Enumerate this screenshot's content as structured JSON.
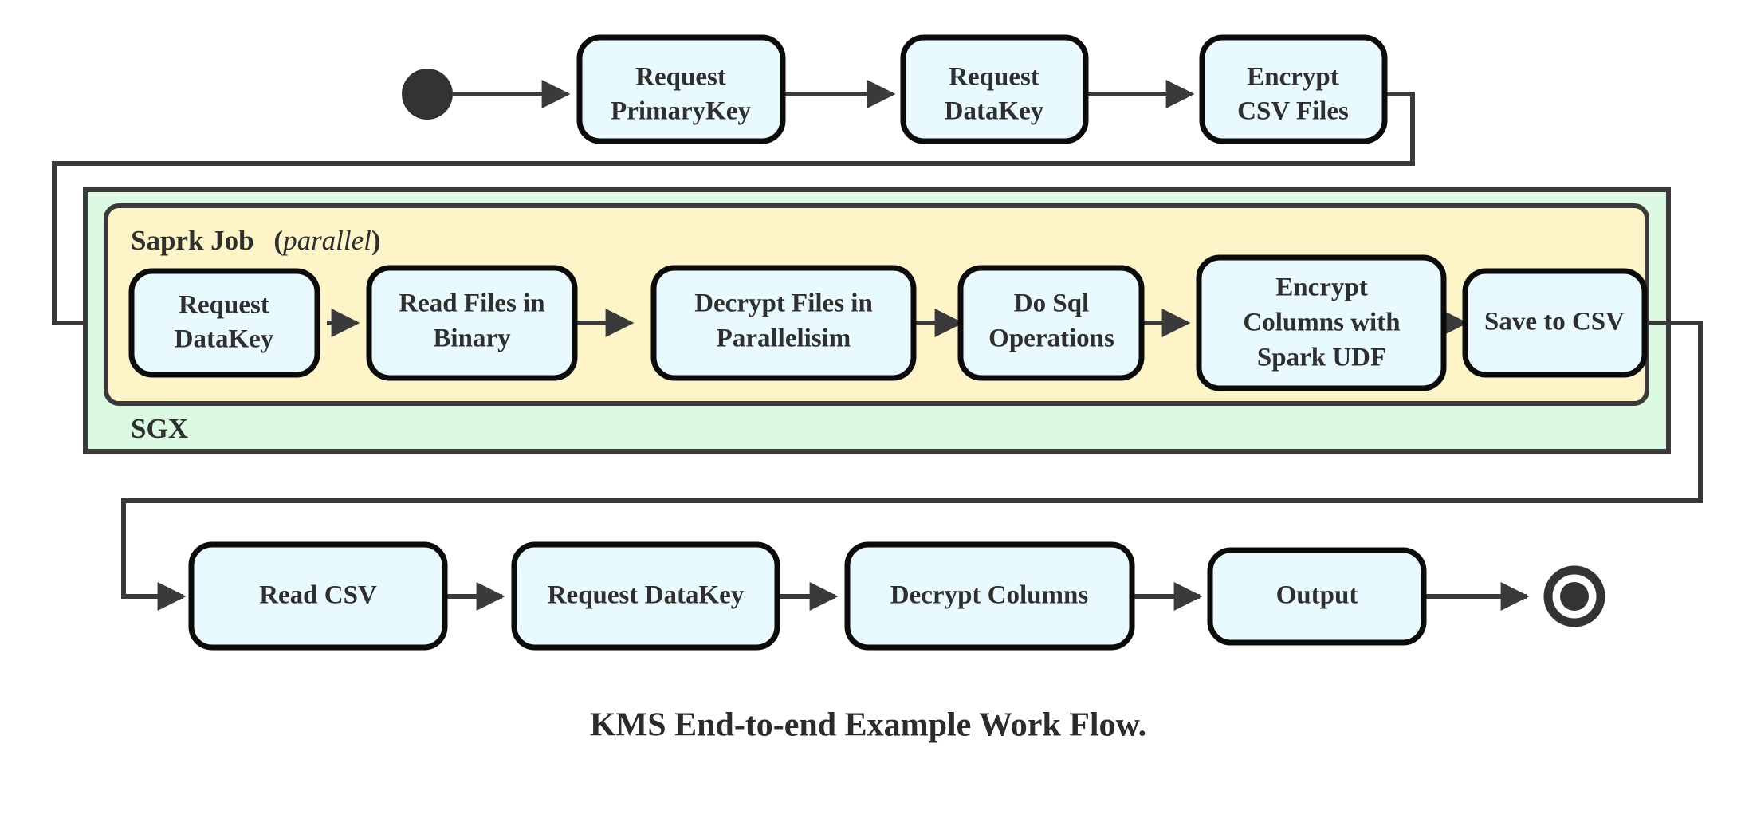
{
  "diagram": {
    "caption": "KMS End-to-end Example Work Flow.",
    "colors": {
      "node_fill": "#e8fafd",
      "node_stroke": "#0b0b0b",
      "sgx_fill": "#dcf9e1",
      "spark_fill": "#fdf5c8",
      "edge": "#3a3a3a",
      "text": "#2f2f2f"
    },
    "start_node": {
      "name": "start"
    },
    "end_node": {
      "name": "end"
    },
    "groups": [
      {
        "id": "sgx",
        "label": "SGX",
        "label_position": "bottom-left"
      },
      {
        "id": "spark-job",
        "label": "Saprk Job",
        "label_suffix_open": "(",
        "label_suffix_italic": "parallel",
        "label_suffix_close": ")",
        "label_position": "top-left"
      }
    ],
    "rows": {
      "top": {
        "id": "row-top",
        "nodes": [
          {
            "id": "request-primarykey",
            "line1": "Request",
            "line2": "PrimaryKey"
          },
          {
            "id": "request-datakey-top",
            "line1": "Request",
            "line2": "DataKey"
          },
          {
            "id": "encrypt-csv-files",
            "line1": "Encrypt",
            "line2": "CSV Files"
          }
        ]
      },
      "middle": {
        "id": "row-spark",
        "nodes": [
          {
            "id": "request-datakey-spark",
            "line1": "Request",
            "line2": "DataKey"
          },
          {
            "id": "read-files-binary",
            "line1": "Read Files in",
            "line2": "Binary"
          },
          {
            "id": "decrypt-files-parallel",
            "line1": "Decrypt Files in",
            "line2": "Parallelisim"
          },
          {
            "id": "do-sql-operations",
            "line1": "Do Sql",
            "line2": "Operations"
          },
          {
            "id": "encrypt-columns-udf",
            "line1": "Encrypt",
            "line2": "Columns with",
            "line3": "Spark UDF"
          },
          {
            "id": "save-to-csv",
            "line1": "Save to CSV"
          }
        ]
      },
      "bottom": {
        "id": "row-bottom",
        "nodes": [
          {
            "id": "read-csv",
            "line1": "Read CSV"
          },
          {
            "id": "request-datakey-bottom",
            "line1": "Request DataKey"
          },
          {
            "id": "decrypt-columns",
            "line1": "Decrypt Columns"
          },
          {
            "id": "output",
            "line1": "Output"
          }
        ]
      }
    }
  }
}
